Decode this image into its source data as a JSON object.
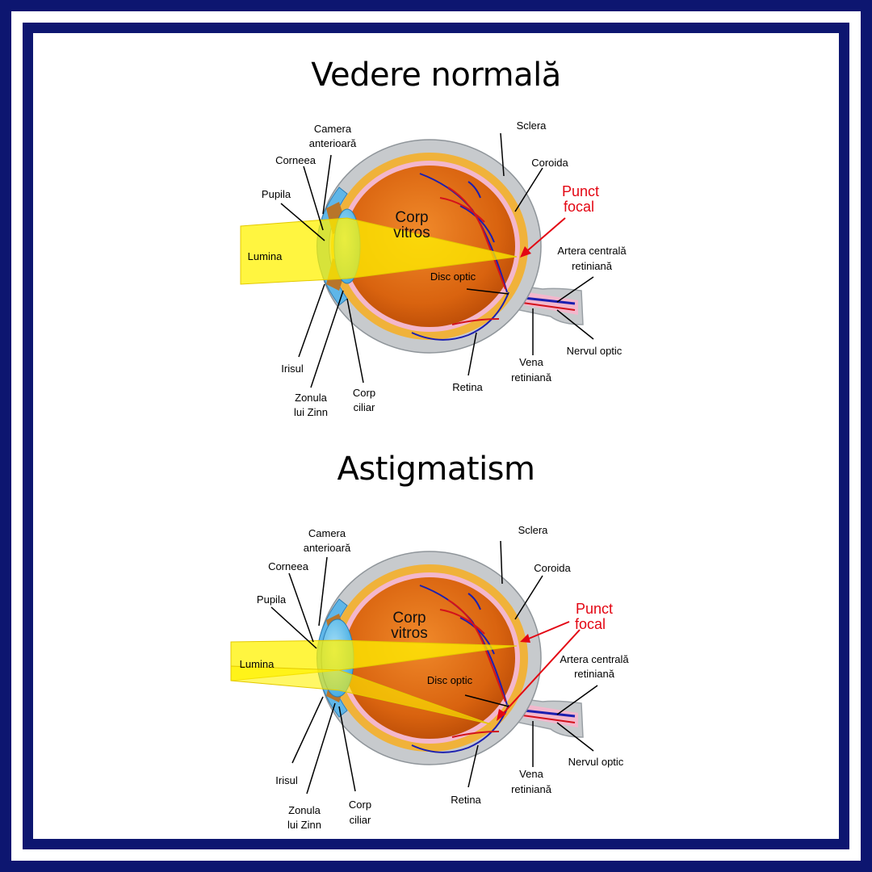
{
  "colors": {
    "frame": "#0d1670",
    "sclera": "#c7cacd",
    "choroid": "#f0b23a",
    "retina": "#f3b7cc",
    "vitreous": "#d9630f",
    "cornea": "#5fb6e8",
    "lens": "#6cc4ee",
    "light": "#fff200",
    "focal_label": "#e30613",
    "artery": "#d3121b",
    "vein": "#1b1fb0"
  },
  "normal": {
    "title": "Vedere normală",
    "labels": {
      "camera_line1": "Camera",
      "camera_line2": "anterioară",
      "corneea": "Corneea",
      "pupila": "Pupila",
      "lumina": "Lumina",
      "corp_line1": "Corp",
      "corp_line2": "vitros",
      "disc": "Disc optic",
      "sclera": "Sclera",
      "coroida": "Coroida",
      "punct_line1": "Punct",
      "punct_line2": "focal",
      "artera_line1": "Artera centrală",
      "artera_line2": "retiniană",
      "nervul": "Nervul optic",
      "vena_line1": "Vena",
      "vena_line2": "retiniană",
      "retina": "Retina",
      "irisul": "Irisul",
      "zonula_line1": "Zonula",
      "zonula_line2": "lui Zinn",
      "ciliar_line1": "Corp",
      "ciliar_line2": "ciliar"
    }
  },
  "astig": {
    "title": "Astigmatism",
    "labels": {
      "camera_line1": "Camera",
      "camera_line2": "anterioară",
      "corneea": "Corneea",
      "pupila": "Pupila",
      "lumina": "Lumina",
      "corp_line1": "Corp",
      "corp_line2": "vitros",
      "disc": "Disc optic",
      "sclera": "Sclera",
      "coroida": "Coroida",
      "punct_line1": "Punct",
      "punct_line2": "focal",
      "artera_line1": "Artera centrală",
      "artera_line2": "retiniană",
      "nervul": "Nervul optic",
      "vena_line1": "Vena",
      "vena_line2": "retiniană",
      "retina": "Retina",
      "irisul": "Irisul",
      "zonula_line1": "Zonula",
      "zonula_line2": "lui Zinn",
      "ciliar_line1": "Corp",
      "ciliar_line2": "ciliar"
    }
  }
}
